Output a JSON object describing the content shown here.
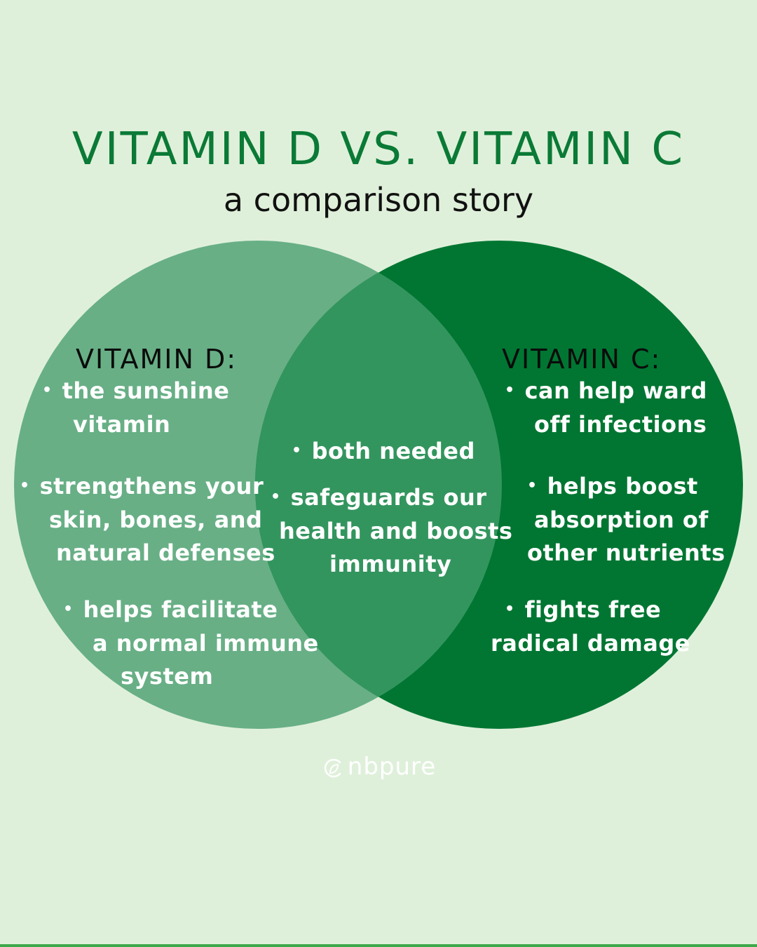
{
  "title": "VITAMIN D VS. VITAMIN C",
  "subtitle": "a comparison story",
  "colors": {
    "background": "#dff0da",
    "title": "#0a7a36",
    "left_circle": "#68af86",
    "right_circle": "#007632",
    "overlap": "#33955e",
    "bar": "#3da84a"
  },
  "left": {
    "heading": "VITAMIN D:",
    "bullets": [
      {
        "lines": [
          "the sunshine",
          "vitamin"
        ]
      },
      {
        "lines": [
          "strengthens your",
          "skin, bones, and",
          "natural defenses"
        ]
      },
      {
        "lines": [
          "helps facilitate",
          "a normal immune",
          "system"
        ]
      }
    ]
  },
  "center": {
    "bullets": [
      {
        "lines": [
          "both needed"
        ]
      },
      {
        "lines": [
          "safeguards our",
          "health and boosts",
          "immunity"
        ]
      }
    ]
  },
  "right": {
    "heading": "VITAMIN C:",
    "bullets": [
      {
        "lines": [
          "can help ward",
          "off infections"
        ]
      },
      {
        "lines": [
          "helps boost",
          "absorption of",
          "other nutrients"
        ]
      },
      {
        "lines": [
          "fights free",
          "radical damage"
        ]
      }
    ]
  },
  "logo": {
    "text": "nbpure",
    "icon": "leaf-c-icon"
  },
  "bullet_symbol": "•"
}
